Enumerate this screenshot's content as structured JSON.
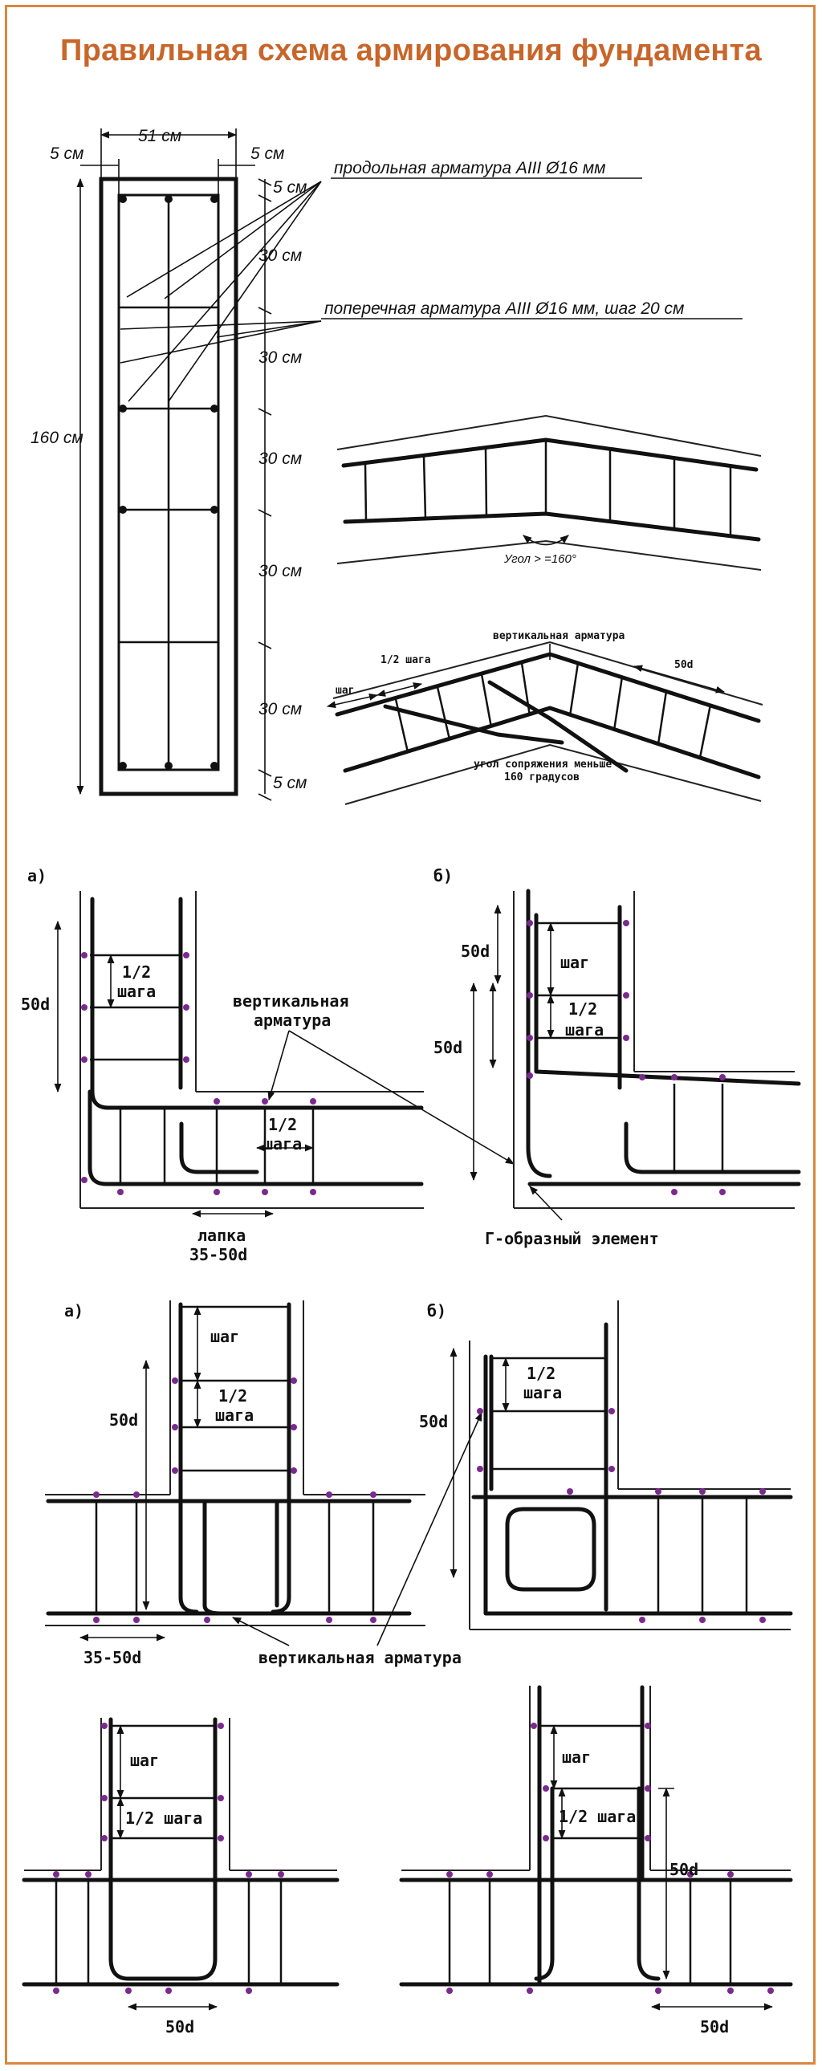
{
  "title": "Правильная схема армирования фундамента",
  "section": {
    "dim_5cm": "5 см",
    "dim_51cm": "51 см",
    "dim_30cm": "30 см",
    "dim_160cm": "160 см",
    "label_longitudinal": "продольная арматура AIII Ø16 мм",
    "label_transverse": "поперечная арматура AIII Ø16 мм, шаг 20 см"
  },
  "corner_angle": {
    "angle_label": "Угол > =160°",
    "vertical_rebar": "вертикальная арматура",
    "step": "шаг",
    "half_step": "1/2 шага",
    "d50": "50d",
    "angle_note_1": "угол сопряжения меньше",
    "angle_note_2": "160 градусов"
  },
  "detail_common": {
    "a": "а)",
    "b": "б)",
    "d50": "50d",
    "half": "1/2",
    "step_word": "шага",
    "step": "шаг",
    "half_step": "1/2 шага",
    "vertical_1": "вертикальная",
    "vertical_2": "арматура",
    "vertical_full": "вертикальная арматура",
    "lapka": "лапка",
    "lapka_len": "35-50d",
    "range": "35-50d",
    "g_element": "Г-образный элемент"
  }
}
